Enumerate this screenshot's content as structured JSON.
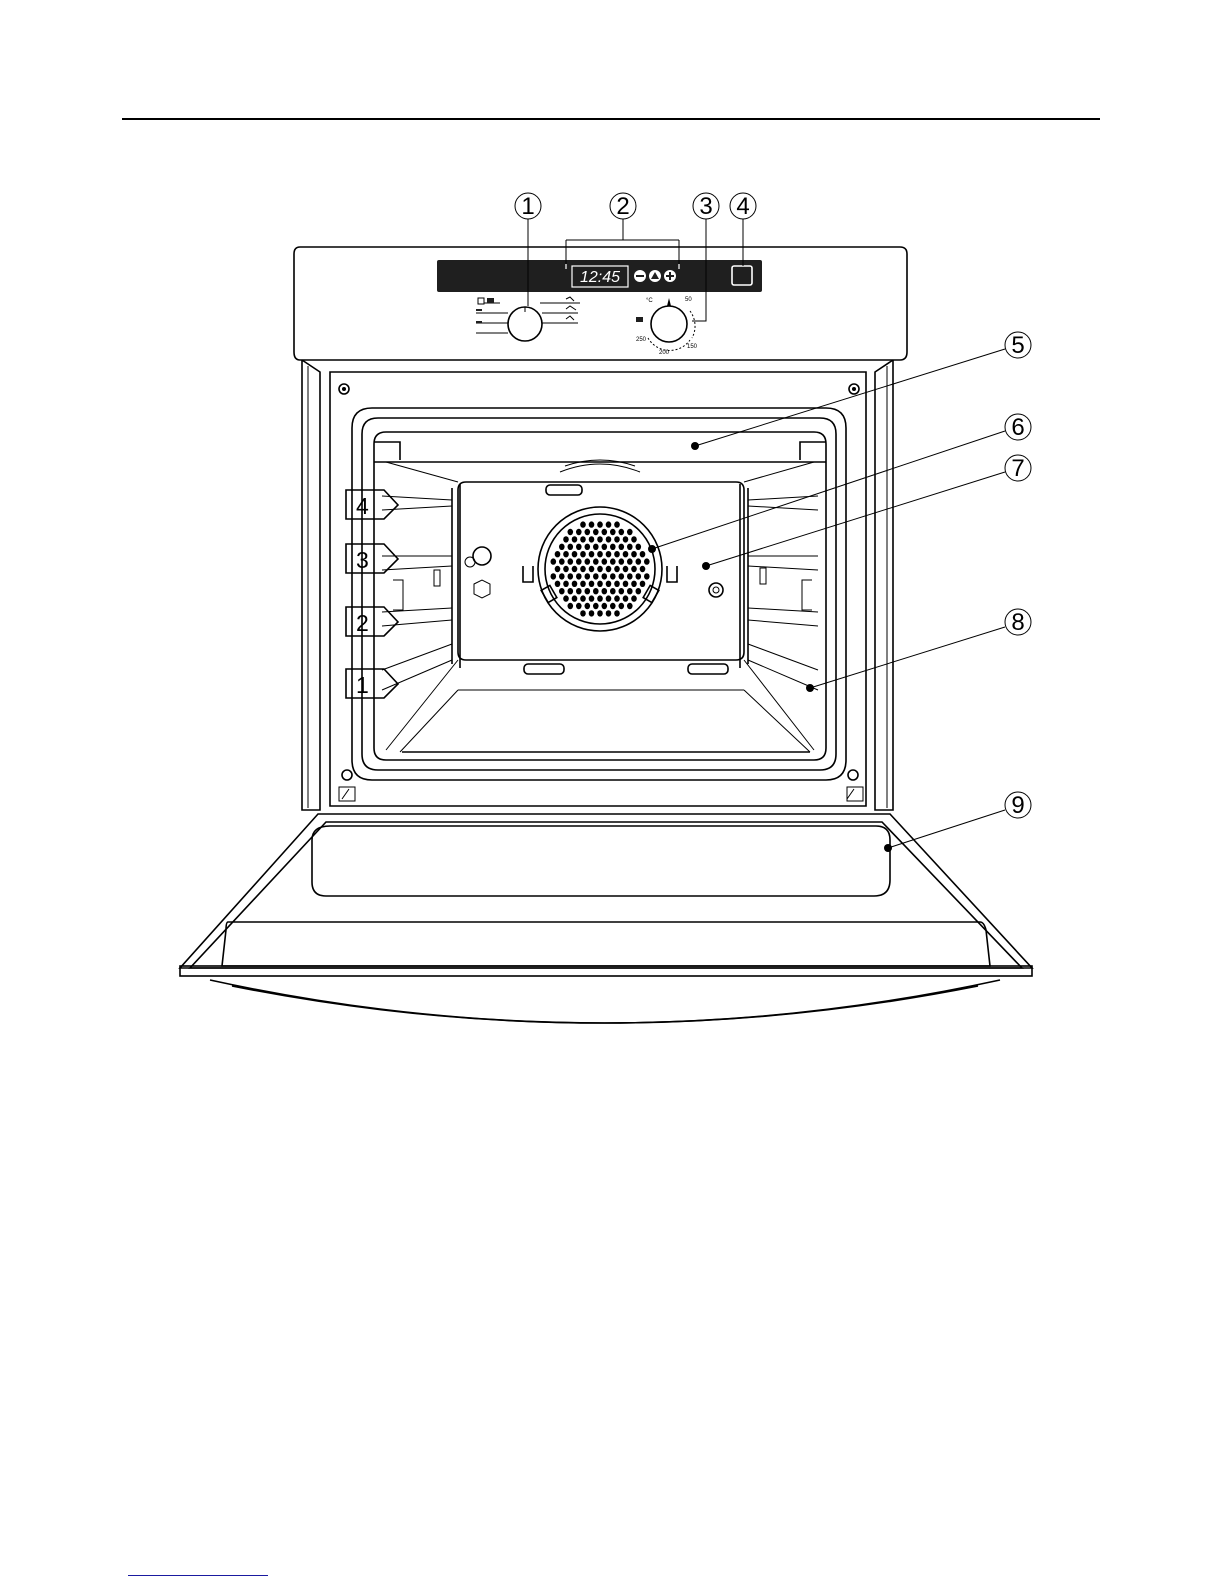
{
  "display": {
    "time": "12:45"
  },
  "temperature_dial": {
    "unit": "°C",
    "marks": [
      "50",
      "150",
      "200",
      "250"
    ]
  },
  "callouts": [
    "1",
    "2",
    "3",
    "4",
    "5",
    "6",
    "7",
    "8",
    "9"
  ],
  "shelf_levels": [
    "4",
    "3",
    "2",
    "1"
  ],
  "colors": {
    "line": "#000000",
    "panel_strip": "#1f1f1f",
    "page": "#ffffff"
  }
}
